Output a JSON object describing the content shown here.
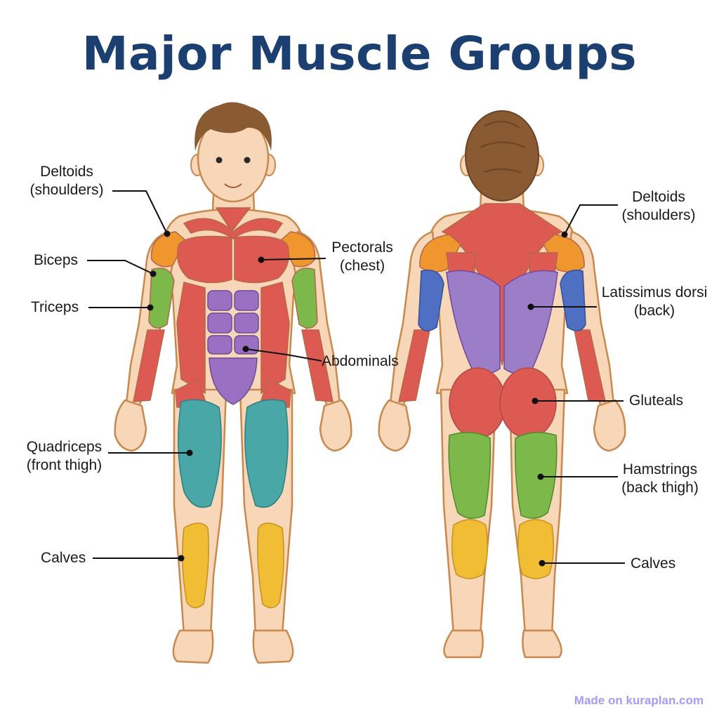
{
  "title": "Major Muscle Groups",
  "watermark": "Made on kuraplan.com",
  "colors": {
    "title": "#1c3f72",
    "skin": "#f8d6b8",
    "outline": "#c8894f",
    "muscle_red": "#dc5a52",
    "deltoid_orange": "#f0962e",
    "arm_green": "#7cb84a",
    "abdominal_purple": "#9a70c2",
    "quad_teal": "#4aa7a8",
    "calf_yellow": "#f1bd35",
    "triceps_blue": "#4f70c2",
    "lat_purple": "#9b7dc8",
    "hair": "#8a5a32",
    "watermark": "#a39cf5"
  },
  "labels": {
    "deltoids_front": [
      "Deltoids",
      "(shoulders)"
    ],
    "biceps": [
      "Biceps"
    ],
    "triceps": [
      "Triceps"
    ],
    "quadriceps": [
      "Quadriceps",
      "(front thigh)"
    ],
    "calves_front": [
      "Calves"
    ],
    "pectorals": [
      "Pectorals",
      "(chest)"
    ],
    "abdominals": [
      "Abdominals"
    ],
    "deltoids_back": [
      "Deltoids",
      "(shoulders)"
    ],
    "latissimus": [
      "Latissimus dorsi",
      "(back)"
    ],
    "gluteals": [
      "Gluteals"
    ],
    "hamstrings": [
      "Hamstrings",
      "(back thigh)"
    ],
    "calves_back": [
      "Calves"
    ]
  }
}
